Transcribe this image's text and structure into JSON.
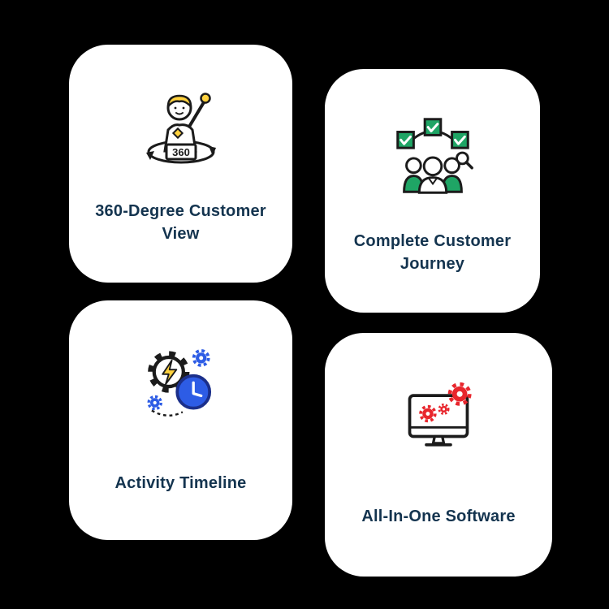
{
  "page": {
    "background": "#000000"
  },
  "cards": [
    {
      "id": "customer-360",
      "title": "360-Degree Customer View"
    },
    {
      "id": "customer-journey",
      "title": "Complete Customer Journey"
    },
    {
      "id": "activity-timeline",
      "title": "Activity Timeline"
    },
    {
      "id": "all-in-one-software",
      "title": "All-In-One Software"
    }
  ],
  "icons": {
    "degree_label": "360",
    "names": [
      "customer-360-icon",
      "customer-journey-icon",
      "activity-timeline-icon",
      "all-in-one-software-icon"
    ]
  },
  "colors": {
    "card_background": "#ffffff",
    "title_text": "#14344f",
    "outline": "#1b1b1b",
    "accent_green": "#1fa565",
    "accent_yellow": "#ffd23e",
    "accent_blue": "#2d5ce5",
    "clock_blue_dark": "#1b2f8a",
    "accent_red": "#e8262d"
  }
}
